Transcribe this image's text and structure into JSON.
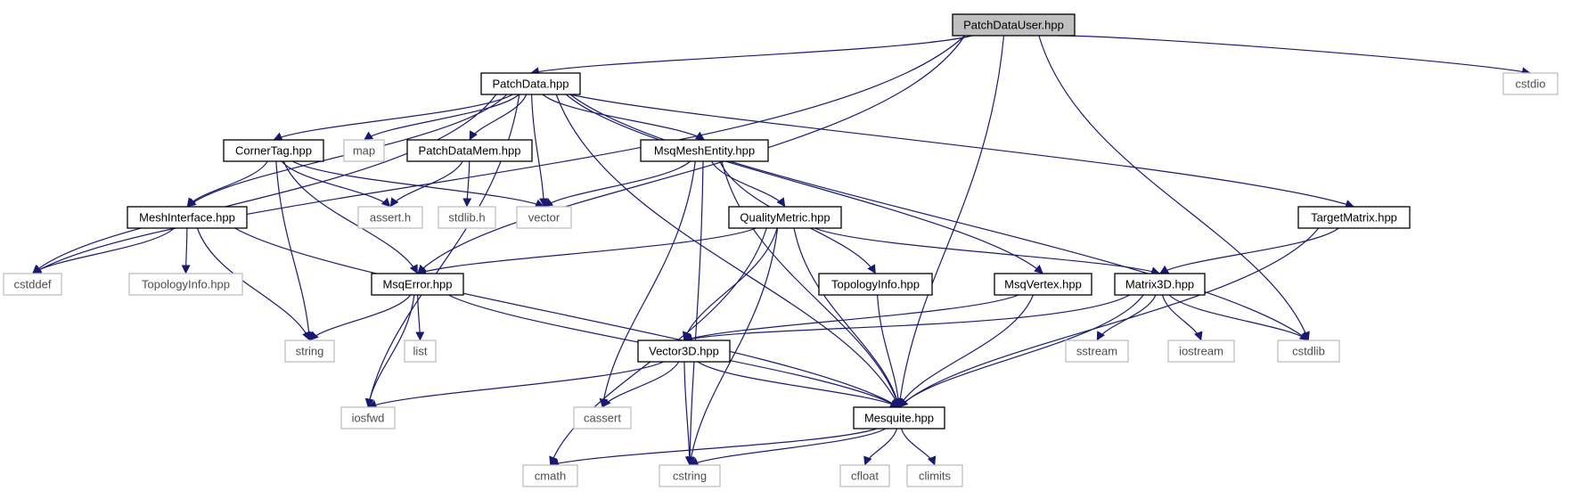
{
  "diagram": {
    "type": "include-dependency-graph",
    "colors": {
      "edge": "#191970",
      "highlight_fill": "#bfbfbf",
      "node_border": "#000000",
      "leaf_border": "#bfbfbf",
      "text": "#000000",
      "leaf_text": "#4d4d4d"
    },
    "nodes": [
      {
        "id": "PatchDataUser",
        "label": "PatchDataUser.hpp",
        "kind": "root"
      },
      {
        "id": "PatchData",
        "label": "PatchData.hpp",
        "kind": "header"
      },
      {
        "id": "cstdio",
        "label": "cstdio",
        "kind": "system"
      },
      {
        "id": "CornerTag",
        "label": "CornerTag.hpp",
        "kind": "header"
      },
      {
        "id": "map",
        "label": "map",
        "kind": "system"
      },
      {
        "id": "PatchDataMem",
        "label": "PatchDataMem.hpp",
        "kind": "header"
      },
      {
        "id": "MsqMeshEntity",
        "label": "MsqMeshEntity.hpp",
        "kind": "header"
      },
      {
        "id": "MeshInterface",
        "label": "MeshInterface.hpp",
        "kind": "header"
      },
      {
        "id": "assert_h",
        "label": "assert.h",
        "kind": "system"
      },
      {
        "id": "stdlib_h",
        "label": "stdlib.h",
        "kind": "system"
      },
      {
        "id": "vector",
        "label": "vector",
        "kind": "system"
      },
      {
        "id": "QualityMetric",
        "label": "QualityMetric.hpp",
        "kind": "header"
      },
      {
        "id": "TargetMatrix",
        "label": "TargetMatrix.hpp",
        "kind": "header"
      },
      {
        "id": "cstddef",
        "label": "cstddef",
        "kind": "system"
      },
      {
        "id": "TopologyInfo_sys",
        "label": "TopologyInfo.hpp",
        "kind": "system"
      },
      {
        "id": "MsqError",
        "label": "MsqError.hpp",
        "kind": "header"
      },
      {
        "id": "TopologyInfo",
        "label": "TopologyInfo.hpp",
        "kind": "header"
      },
      {
        "id": "MsqVertex",
        "label": "MsqVertex.hpp",
        "kind": "header"
      },
      {
        "id": "Matrix3D",
        "label": "Matrix3D.hpp",
        "kind": "header"
      },
      {
        "id": "string",
        "label": "string",
        "kind": "system"
      },
      {
        "id": "list",
        "label": "list",
        "kind": "system"
      },
      {
        "id": "Vector3D",
        "label": "Vector3D.hpp",
        "kind": "header"
      },
      {
        "id": "sstream",
        "label": "sstream",
        "kind": "system"
      },
      {
        "id": "iostream",
        "label": "iostream",
        "kind": "system"
      },
      {
        "id": "cstdlib",
        "label": "cstdlib",
        "kind": "system"
      },
      {
        "id": "iosfwd",
        "label": "iosfwd",
        "kind": "system"
      },
      {
        "id": "cassert",
        "label": "cassert",
        "kind": "system"
      },
      {
        "id": "Mesquite",
        "label": "Mesquite.hpp",
        "kind": "header"
      },
      {
        "id": "cmath",
        "label": "cmath",
        "kind": "system"
      },
      {
        "id": "cstring",
        "label": "cstring",
        "kind": "system"
      },
      {
        "id": "cfloat",
        "label": "cfloat",
        "kind": "system"
      },
      {
        "id": "climits",
        "label": "climits",
        "kind": "system"
      }
    ],
    "edges": [
      [
        "PatchDataUser",
        "PatchData"
      ],
      [
        "PatchDataUser",
        "cstddef"
      ],
      [
        "PatchDataUser",
        "MsqError"
      ],
      [
        "PatchDataUser",
        "cstdio"
      ],
      [
        "PatchDataUser",
        "cstdlib"
      ],
      [
        "PatchDataUser",
        "Mesquite"
      ],
      [
        "PatchData",
        "CornerTag"
      ],
      [
        "PatchData",
        "map"
      ],
      [
        "PatchData",
        "PatchDataMem"
      ],
      [
        "PatchData",
        "vector"
      ],
      [
        "PatchData",
        "MsqMeshEntity"
      ],
      [
        "PatchData",
        "MeshInterface"
      ],
      [
        "PatchData",
        "cstddef"
      ],
      [
        "PatchData",
        "iosfwd"
      ],
      [
        "PatchData",
        "Mesquite"
      ],
      [
        "PatchData",
        "MsqVertex"
      ],
      [
        "PatchData",
        "TargetMatrix"
      ],
      [
        "PatchData",
        "cstdlib"
      ],
      [
        "CornerTag",
        "MeshInterface"
      ],
      [
        "CornerTag",
        "assert_h"
      ],
      [
        "CornerTag",
        "vector"
      ],
      [
        "CornerTag",
        "MsqError"
      ],
      [
        "CornerTag",
        "string"
      ],
      [
        "PatchDataMem",
        "assert_h"
      ],
      [
        "PatchDataMem",
        "stdlib_h"
      ],
      [
        "MsqMeshEntity",
        "vector"
      ],
      [
        "MsqMeshEntity",
        "QualityMetric"
      ],
      [
        "MsqMeshEntity",
        "TopologyInfo"
      ],
      [
        "MsqMeshEntity",
        "Mesquite"
      ],
      [
        "MsqMeshEntity",
        "cassert"
      ],
      [
        "MsqMeshEntity",
        "cstring"
      ],
      [
        "MeshInterface",
        "cstddef"
      ],
      [
        "MeshInterface",
        "TopologyInfo_sys"
      ],
      [
        "MeshInterface",
        "string"
      ],
      [
        "MeshInterface",
        "Mesquite"
      ],
      [
        "QualityMetric",
        "MsqError"
      ],
      [
        "QualityMetric",
        "Matrix3D"
      ],
      [
        "QualityMetric",
        "Vector3D"
      ],
      [
        "QualityMetric",
        "Mesquite"
      ],
      [
        "QualityMetric",
        "cmath"
      ],
      [
        "QualityMetric",
        "cstring"
      ],
      [
        "TargetMatrix",
        "Matrix3D"
      ],
      [
        "TargetMatrix",
        "Mesquite"
      ],
      [
        "MsqError",
        "string"
      ],
      [
        "MsqError",
        "list"
      ],
      [
        "MsqError",
        "iosfwd"
      ],
      [
        "MsqError",
        "Mesquite"
      ],
      [
        "TopologyInfo",
        "Mesquite"
      ],
      [
        "MsqVertex",
        "Vector3D"
      ],
      [
        "MsqVertex",
        "Mesquite"
      ],
      [
        "Matrix3D",
        "Vector3D"
      ],
      [
        "Matrix3D",
        "sstream"
      ],
      [
        "Matrix3D",
        "iostream"
      ],
      [
        "Matrix3D",
        "cstdlib"
      ],
      [
        "Matrix3D",
        "Mesquite"
      ],
      [
        "Vector3D",
        "iosfwd"
      ],
      [
        "Vector3D",
        "cassert"
      ],
      [
        "Vector3D",
        "cstring"
      ],
      [
        "Vector3D",
        "Mesquite"
      ],
      [
        "Mesquite",
        "cmath"
      ],
      [
        "Mesquite",
        "cstring"
      ],
      [
        "Mesquite",
        "cfloat"
      ],
      [
        "Mesquite",
        "climits"
      ]
    ]
  }
}
